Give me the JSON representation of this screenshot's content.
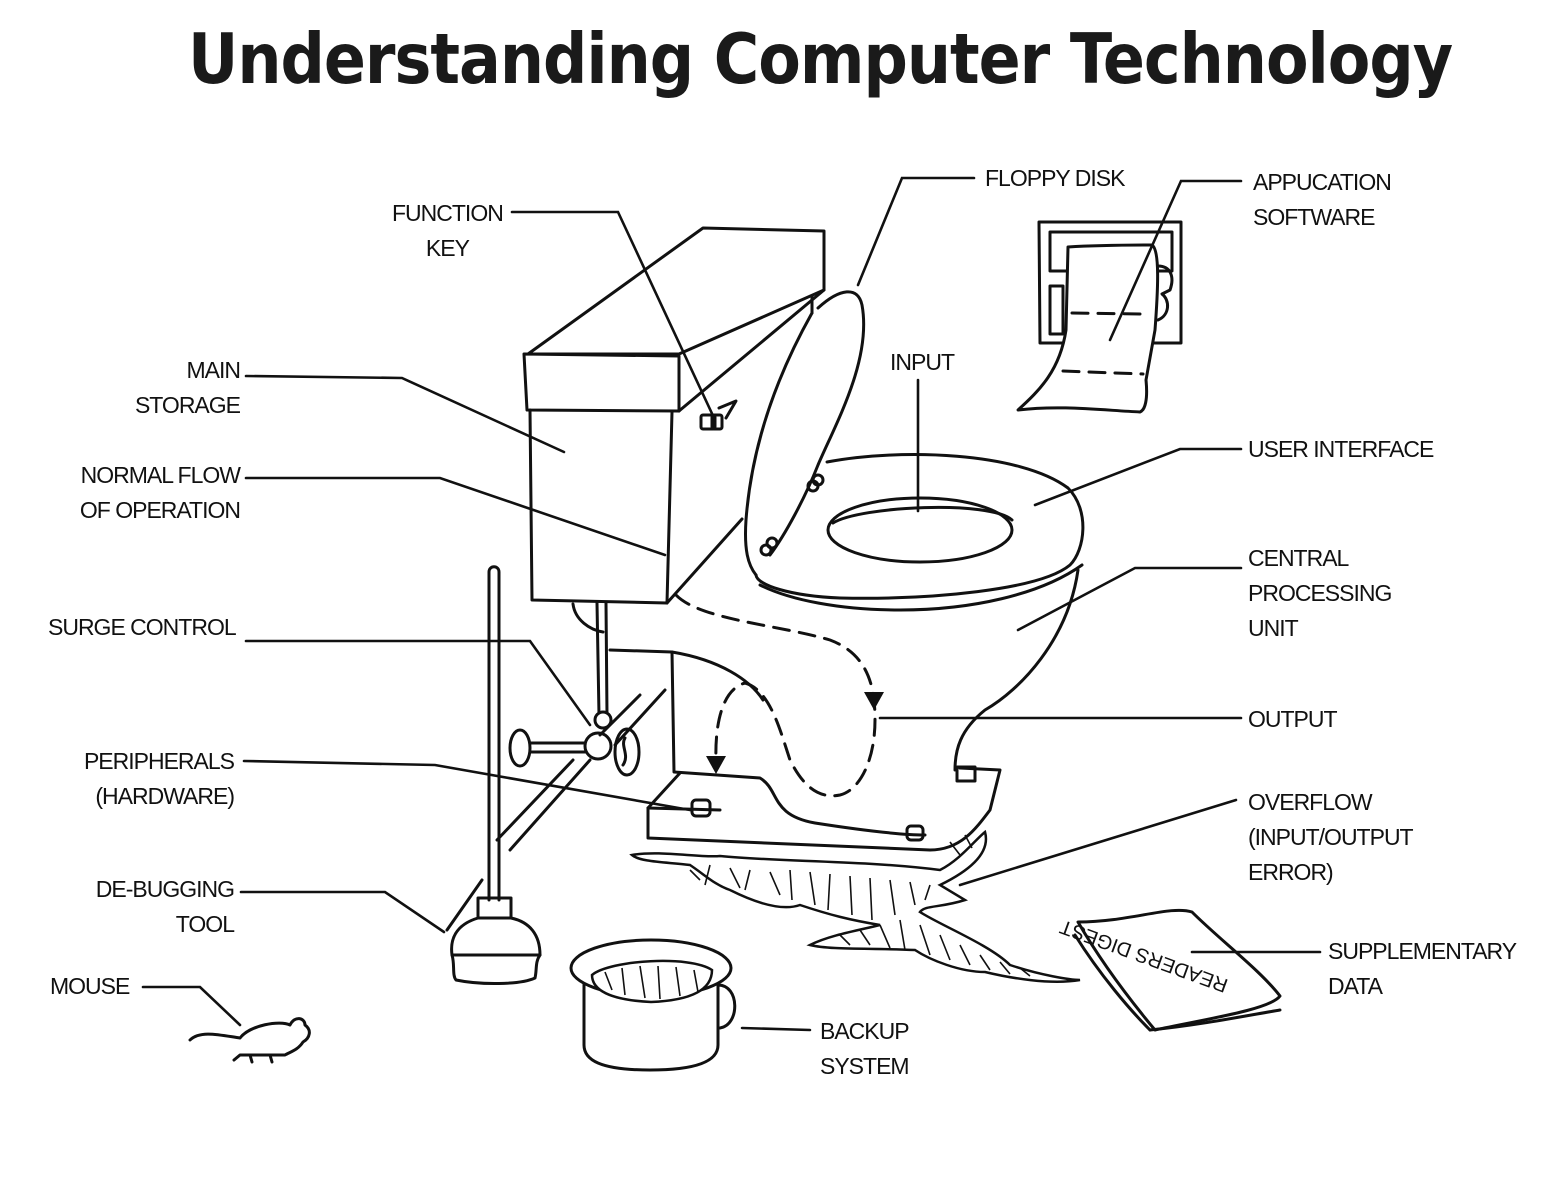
{
  "title": "Understanding Computer Technology",
  "labels": {
    "function_key": [
      "FUNCTION",
      "KEY"
    ],
    "floppy_disk": [
      "FLOPPY DISK"
    ],
    "application_software": [
      "APPUCATION",
      "SOFTWARE"
    ],
    "main_storage": [
      "MAIN",
      "STORAGE"
    ],
    "input": [
      "INPUT"
    ],
    "normal_flow": [
      "NORMAL FLOW",
      "OF OPERATION"
    ],
    "user_interface": [
      "USER INTERFACE"
    ],
    "cpu": [
      "CENTRAL",
      "PROCESSING",
      "UNIT"
    ],
    "surge_control": [
      "SURGE CONTROL"
    ],
    "output": [
      "OUTPUT"
    ],
    "peripherals": [
      "PERIPHERALS",
      "(HARDWARE)"
    ],
    "overflow": [
      "OVERFLOW",
      "(INPUT/OUTPUT",
      "ERROR)"
    ],
    "debugging_tool": [
      "DE-BUGGING",
      "TOOL"
    ],
    "mouse": [
      "MOUSE"
    ],
    "backup_system": [
      "BACKUP",
      "SYSTEM"
    ],
    "supplementary_data": [
      "SUPPLEMENTARY",
      "DATA"
    ]
  },
  "objects": {
    "magazine_cover_text": "READERS DIGEST",
    "toilet": "toilet-illustration",
    "toilet_paper": "toilet-paper-roll",
    "plunger": "plunger",
    "mouse_animal": "mouse",
    "pot": "chamber-pot",
    "magazine": "magazine"
  },
  "colors": {
    "ink": "#111111",
    "paper": "#ffffff"
  }
}
